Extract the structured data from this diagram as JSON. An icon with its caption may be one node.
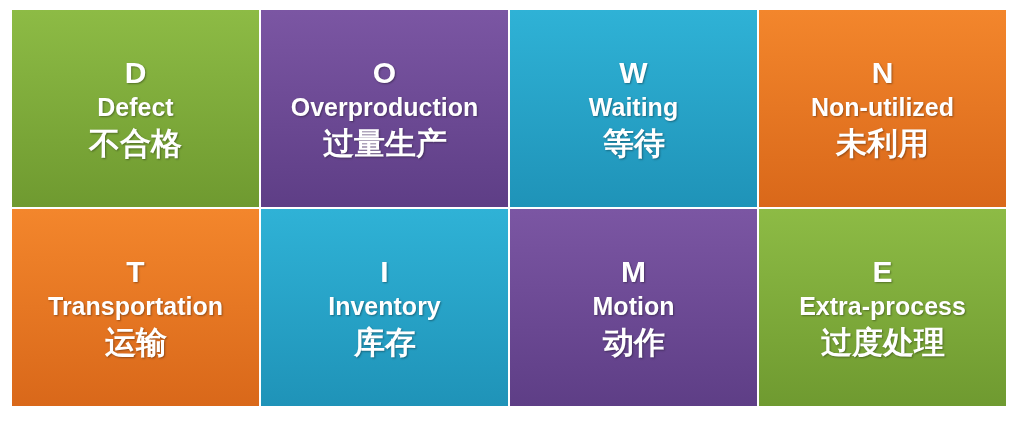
{
  "diagram": {
    "nodes": [
      {
        "text": [
          "D",
          "Defect",
          "不合格"
        ]
      },
      {
        "text": [
          "O",
          "Overproduction",
          "过量生产"
        ]
      },
      {
        "text": [
          "W",
          "Waiting",
          "等待"
        ]
      },
      {
        "text": [
          "N",
          "Non-utilized",
          "未利用"
        ]
      },
      {
        "text": [
          "T",
          "Transportation",
          "运输"
        ]
      },
      {
        "text": [
          "I",
          "Inventory",
          "库存"
        ]
      },
      {
        "text": [
          "M",
          "Motion",
          "动作"
        ]
      },
      {
        "text": [
          "E",
          "Extra-process",
          "过度处理"
        ]
      }
    ]
  }
}
